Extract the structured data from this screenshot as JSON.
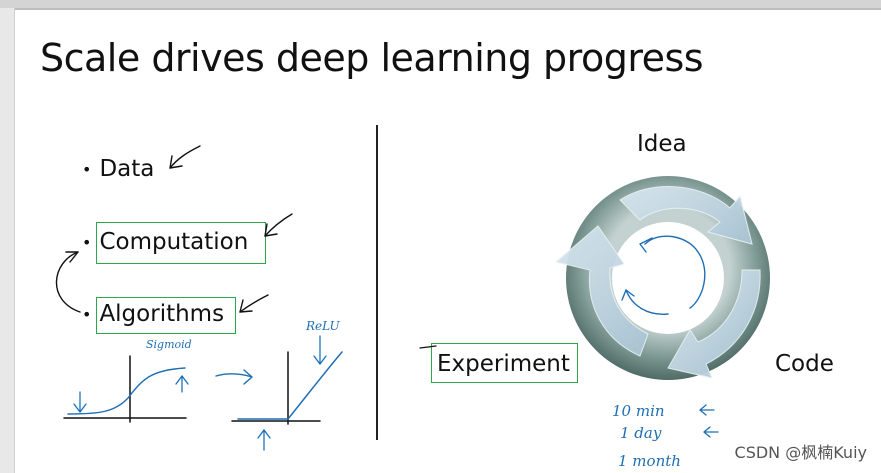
{
  "slide": {
    "title": "Scale drives deep learning progress"
  },
  "left": {
    "bullet_char": "•",
    "bullets": [
      {
        "label": "Data"
      },
      {
        "label": "Computation"
      },
      {
        "label": "Algorithms"
      }
    ],
    "handwriting": {
      "sigmoid": "Sigmoid",
      "relu": "ReLU"
    }
  },
  "right": {
    "cycle": {
      "idea": "Idea",
      "code": "Code",
      "experiment": "Experiment"
    },
    "handwriting": {
      "times": [
        "10 min",
        "1 day",
        "1 month"
      ]
    }
  },
  "watermark": "CSDN @枫楠Kuiy",
  "colors": {
    "highlight_box": "#2ba84a",
    "ink": "#1f6fb5",
    "ring_dark": "#5f7d78",
    "ring_light": "#b9cfdc"
  }
}
